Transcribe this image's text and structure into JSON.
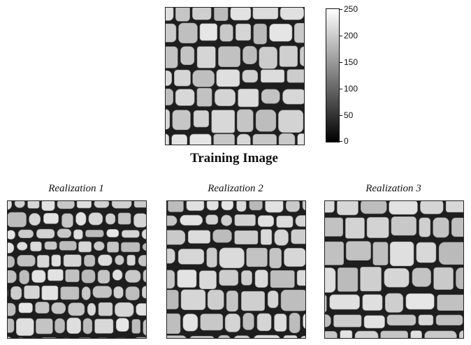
{
  "training": {
    "title": "Training Image"
  },
  "realizations": [
    {
      "title": "Realization 1"
    },
    {
      "title": "Realization 2"
    },
    {
      "title": "Realization 3"
    }
  ],
  "colorbar": {
    "min": 0,
    "max": 250,
    "ticks": [
      "250",
      "200",
      "150",
      "100",
      "50",
      "0"
    ],
    "colors": {
      "low": "#000000",
      "high": "#ffffff"
    }
  },
  "colors": {
    "stone": "#cfcfcf",
    "mortar": "#1e1e1e"
  }
}
